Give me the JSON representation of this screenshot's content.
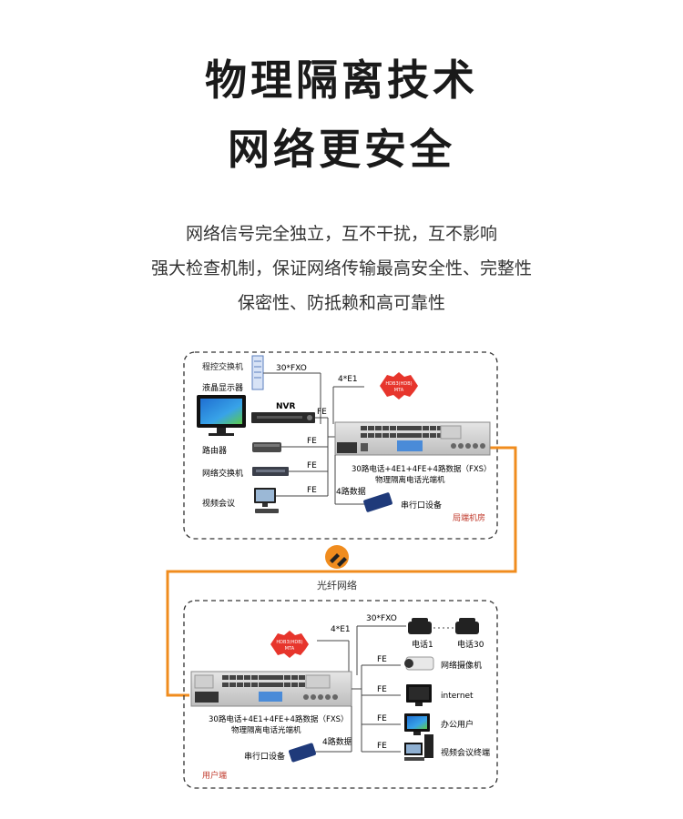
{
  "title": {
    "line1": "物理隔离技术",
    "line2": "网络更安全"
  },
  "subtitle": {
    "line1": "网络信号完全独立，互不干扰，互不影响",
    "line2": "强大检查机制，保证网络传输最高安全性、完整性",
    "line3": "保密性、防抵赖和高可靠性"
  },
  "top_box": {
    "label": "局端机房",
    "devices": {
      "pbx": "程控交换机",
      "lcd": "液晶显示器",
      "nvr": "NVR",
      "router": "路由器",
      "switch": "网络交换机",
      "video_conf": "视频会议"
    },
    "links": {
      "fxo": "30*FXO",
      "e1": "4*E1",
      "fe1": "FE",
      "fe2": "FE",
      "fe3": "FE",
      "fe4": "FE",
      "data": "4路数据"
    },
    "badge": {
      "line1": "HDB3(HDB)",
      "line2": "MTA"
    },
    "equipment": {
      "line1": "30路电话+4E1+4FE+4路数据（FXS）",
      "line2": "物理隔离电话光端机"
    },
    "serial": "串行口设备"
  },
  "fiber_label": "光纤网络",
  "bottom_box": {
    "label": "用户端",
    "links": {
      "e1": "4*E1",
      "fxo": "30*FXO",
      "fe1": "FE",
      "fe2": "FE",
      "fe3": "FE",
      "fe4": "FE",
      "data": "4路数据"
    },
    "badge": {
      "line1": "HDB3(HDB)",
      "line2": "MTA"
    },
    "devices": {
      "phone1": "电话1",
      "phone30": "电话30",
      "camera": "网络摄像机",
      "internet": "internet",
      "office": "办公用户",
      "video_terminal": "视频会议终端"
    },
    "equipment": {
      "line1": "30路电话+4E1+4FE+4路数据（FXS）",
      "line2": "物理隔离电话光端机"
    },
    "serial": "串行口设备"
  },
  "colors": {
    "fiber": "#f08c1e",
    "accent_red": "#c0392b",
    "line": "#444444"
  }
}
